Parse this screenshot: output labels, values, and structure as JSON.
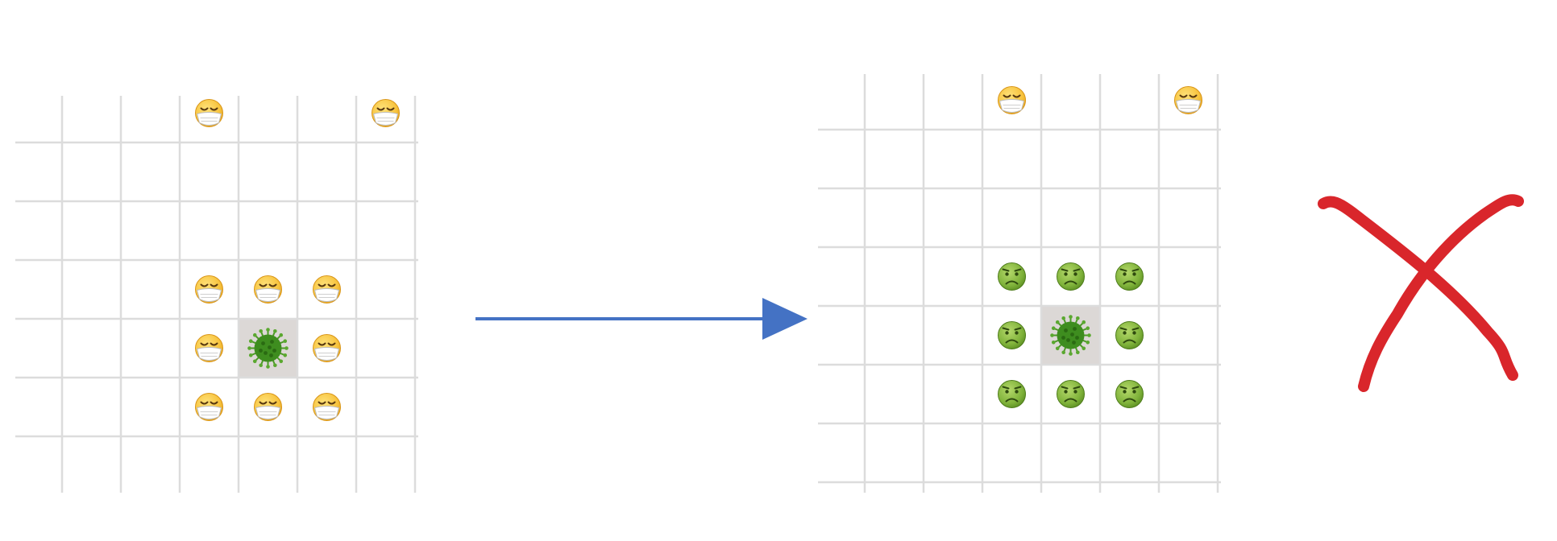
{
  "figure": {
    "left_panel": {
      "label": "",
      "columns": 7,
      "rows": 7,
      "occupied": [
        {
          "col": 3,
          "row": 0,
          "kind": "masked-face"
        },
        {
          "col": 6,
          "row": 0,
          "kind": "masked-face"
        },
        {
          "col": 3,
          "row": 3,
          "kind": "masked-face"
        },
        {
          "col": 4,
          "row": 3,
          "kind": "masked-face"
        },
        {
          "col": 5,
          "row": 3,
          "kind": "masked-face"
        },
        {
          "col": 3,
          "row": 4,
          "kind": "masked-face"
        },
        {
          "col": 4,
          "row": 4,
          "kind": "virus"
        },
        {
          "col": 5,
          "row": 4,
          "kind": "masked-face"
        },
        {
          "col": 3,
          "row": 5,
          "kind": "masked-face"
        },
        {
          "col": 4,
          "row": 5,
          "kind": "masked-face"
        },
        {
          "col": 5,
          "row": 5,
          "kind": "masked-face"
        }
      ]
    },
    "right_panel": {
      "label": "",
      "columns": 7,
      "rows": 7,
      "occupied": [
        {
          "col": 3,
          "row": 0,
          "kind": "masked-face"
        },
        {
          "col": 6,
          "row": 0,
          "kind": "masked-face"
        },
        {
          "col": 3,
          "row": 3,
          "kind": "sick-face"
        },
        {
          "col": 4,
          "row": 3,
          "kind": "sick-face"
        },
        {
          "col": 5,
          "row": 3,
          "kind": "sick-face"
        },
        {
          "col": 3,
          "row": 4,
          "kind": "sick-face"
        },
        {
          "col": 4,
          "row": 4,
          "kind": "virus"
        },
        {
          "col": 5,
          "row": 4,
          "kind": "sick-face"
        },
        {
          "col": 3,
          "row": 5,
          "kind": "sick-face"
        },
        {
          "col": 4,
          "row": 5,
          "kind": "sick-face"
        },
        {
          "col": 5,
          "row": 5,
          "kind": "sick-face"
        }
      ]
    },
    "icons": {
      "masked_face": "face-with-medical-mask-icon",
      "sick_face": "nauseated-face-icon",
      "virus": "virus-icon",
      "arrow": "right-arrow-icon",
      "cross": "cross-mark-icon"
    },
    "colors": {
      "grid_line": "#dcdcdc",
      "infected_cell": "#dcd8d6",
      "arrow": "#4472c4",
      "cross": "#d9262b",
      "mask_face_skin": "#f7c33d",
      "mask": "#ffffff",
      "sick_face": "#7fb23a",
      "virus": "#3e8d1f"
    }
  }
}
